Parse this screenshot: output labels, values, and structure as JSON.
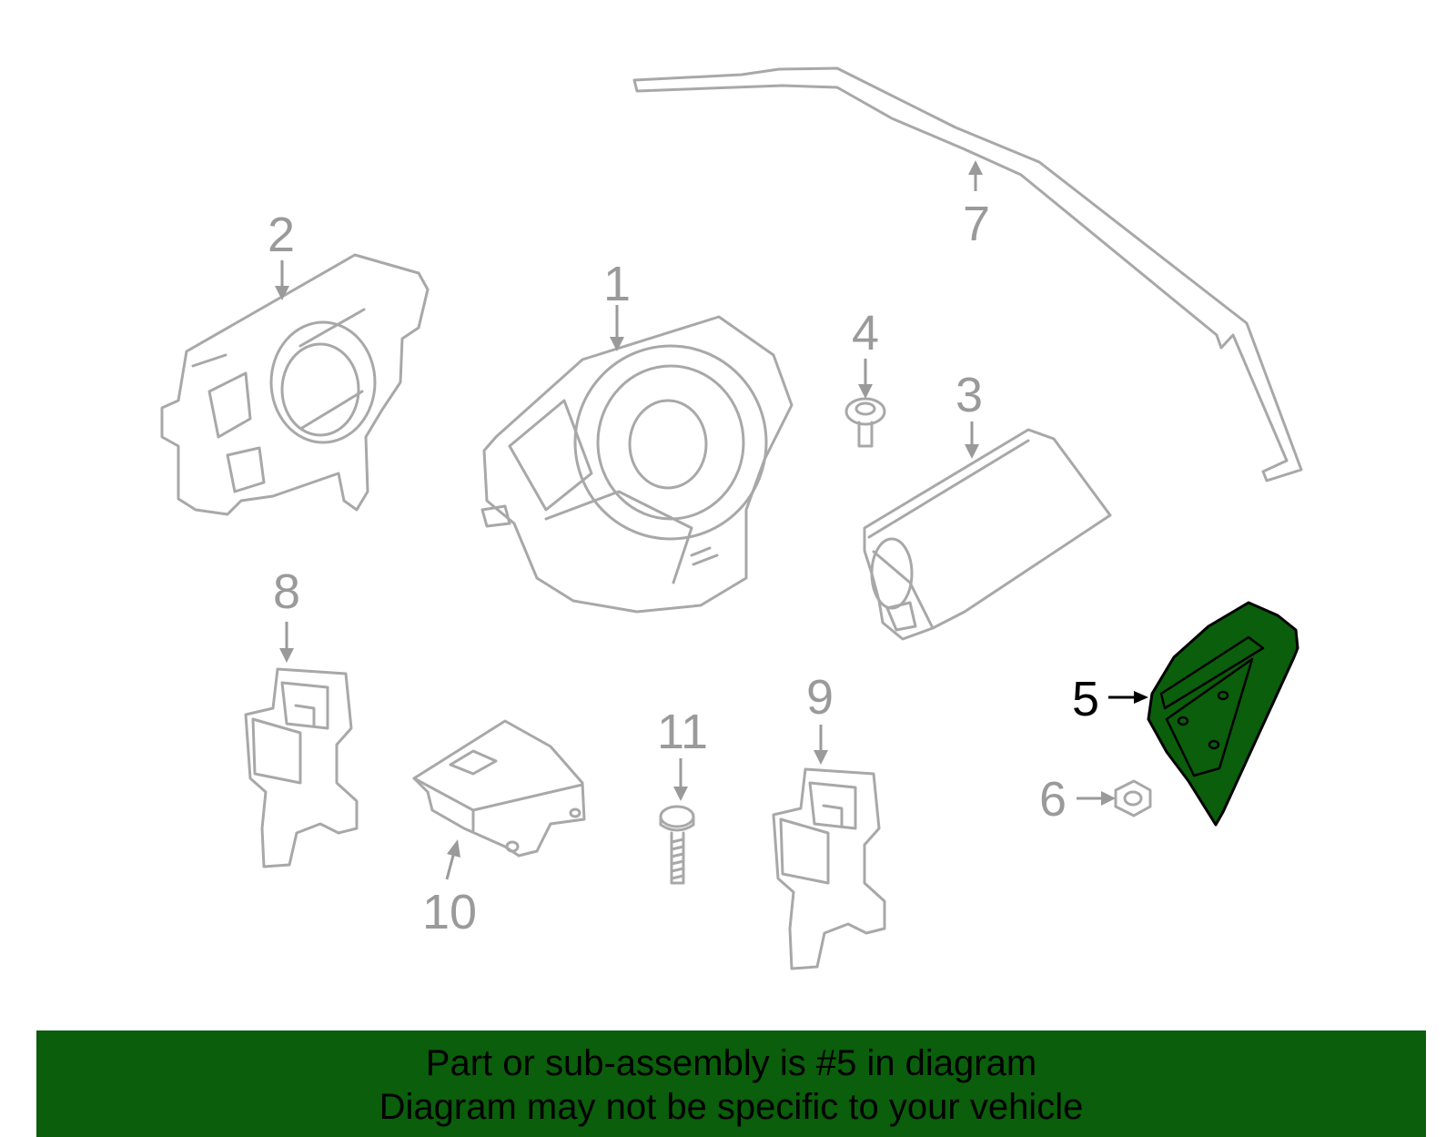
{
  "diagram": {
    "callouts": [
      "1",
      "2",
      "3",
      "4",
      "5",
      "6",
      "7",
      "8",
      "9",
      "10",
      "11"
    ],
    "highlighted_callout": "5",
    "colors": {
      "highlight_fill": "#0b5e0b",
      "part_stroke": "#a8a8a8",
      "banner_background": "#0b5e0b"
    }
  },
  "banner": {
    "line1": "Part or sub-assembly is #5 in diagram",
    "line2": "Diagram may not be specific to your vehicle"
  }
}
